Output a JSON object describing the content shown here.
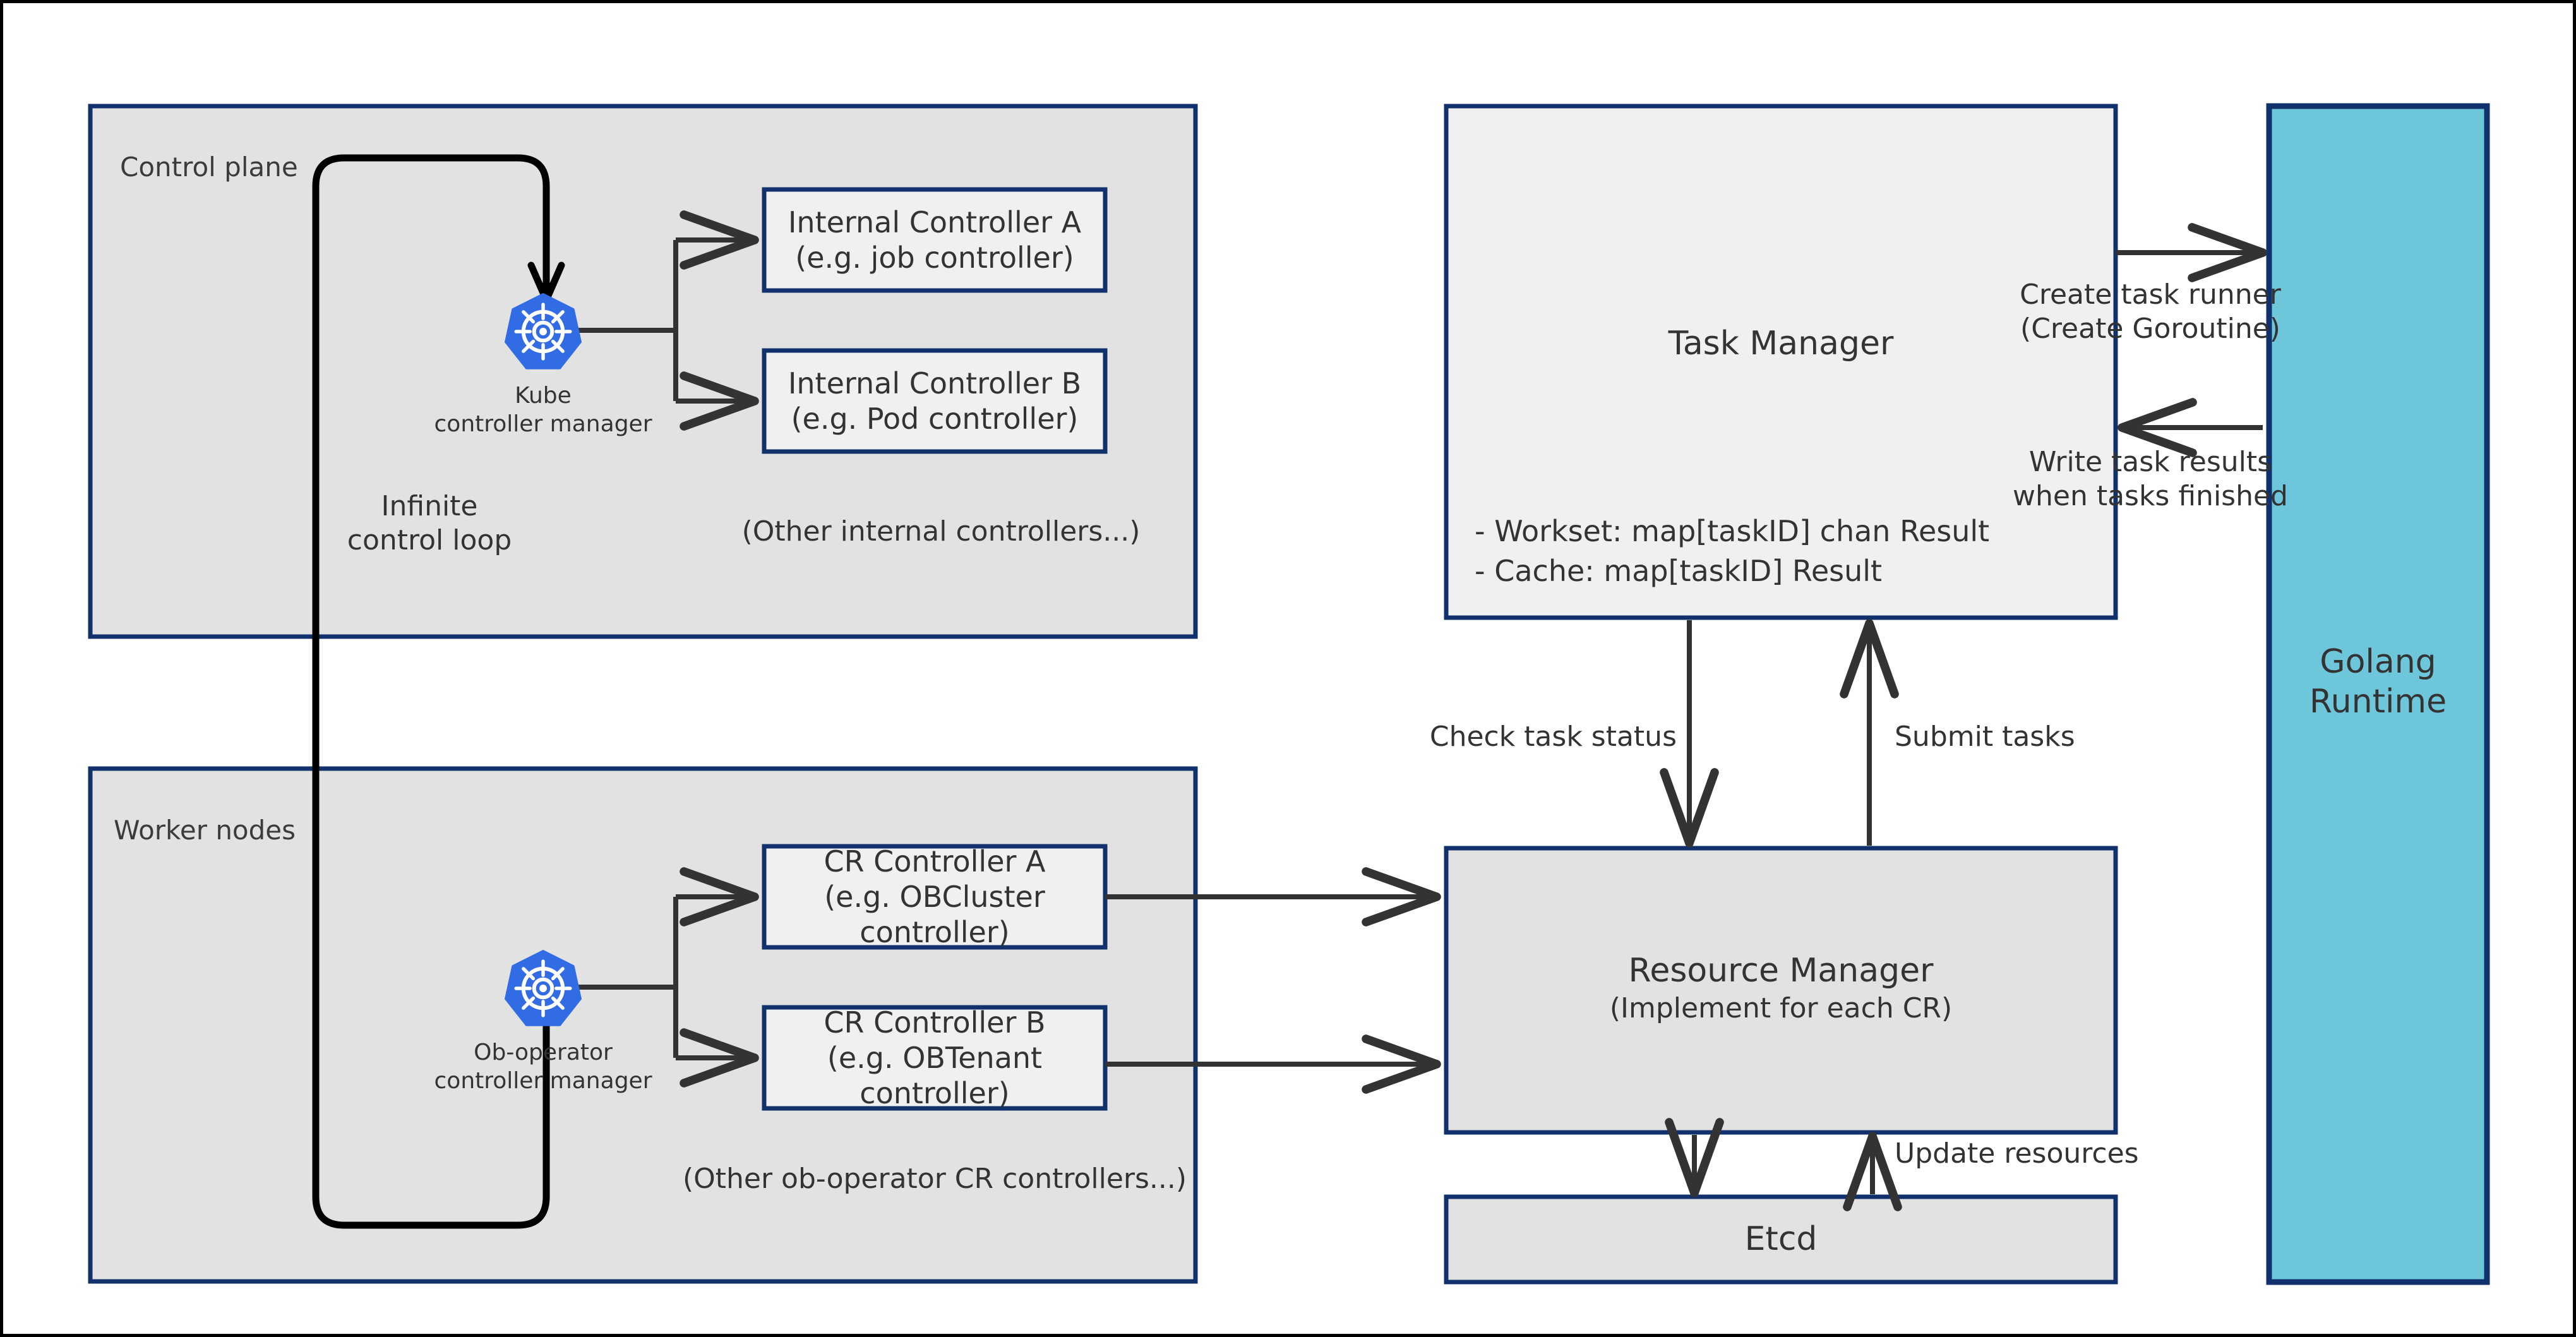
{
  "diagram": {
    "title": "ob-operator controller and task manager architecture",
    "colors": {
      "group_fill": "#e2e2e2",
      "node_fill": "#f0f0f0",
      "border_navy": "#10316b",
      "runtime_fill": "#6ec6da",
      "line_black": "#000000",
      "arrow_gray": "#333333",
      "k8s_blue": "#326ce5",
      "text": "#333333"
    },
    "groups": [
      {
        "id": "control-plane",
        "label": "Control plane"
      },
      {
        "id": "worker-nodes",
        "label": "Worker nodes"
      }
    ],
    "nodes": {
      "kube_controller_manager": {
        "line1": "Kube",
        "line2": "controller manager"
      },
      "ob_operator_controller_manager": {
        "line1": "Ob-operator",
        "line2": "controller manager"
      },
      "internal_controller_a": {
        "line1": "Internal Controller A",
        "line2": "(e.g. job controller)"
      },
      "internal_controller_b": {
        "line1": "Internal Controller B",
        "line2": "(e.g. Pod controller)"
      },
      "cr_controller_a": {
        "line1": "CR Controller A",
        "line2": "(e.g. OBCluster controller)"
      },
      "cr_controller_b": {
        "line1": "CR Controller B",
        "line2": "(e.g. OBTenant controller)"
      },
      "task_manager": {
        "title": "Task Manager",
        "fields": "- Workset: map[taskID] chan Result\n- Cache: map[taskID] Result"
      },
      "resource_manager": {
        "line1": "Resource Manager",
        "line2": "(Implement for each CR)"
      },
      "etcd": {
        "label": "Etcd"
      },
      "golang_runtime": {
        "line1": "Golang",
        "line2": "Runtime"
      }
    },
    "notes": {
      "infinite_loop": "Infinite\ncontrol loop",
      "other_internal_controllers": "(Other internal controllers...)",
      "other_cr_controllers": "(Other ob-operator CR controllers...)"
    },
    "edge_labels": {
      "create_task_runner": "Create task runner\n(Create Goroutine)",
      "write_task_results": "Write task results\nwhen tasks finished",
      "check_task_status": "Check task status",
      "submit_tasks": "Submit tasks",
      "update_resources": "Update resources"
    }
  }
}
